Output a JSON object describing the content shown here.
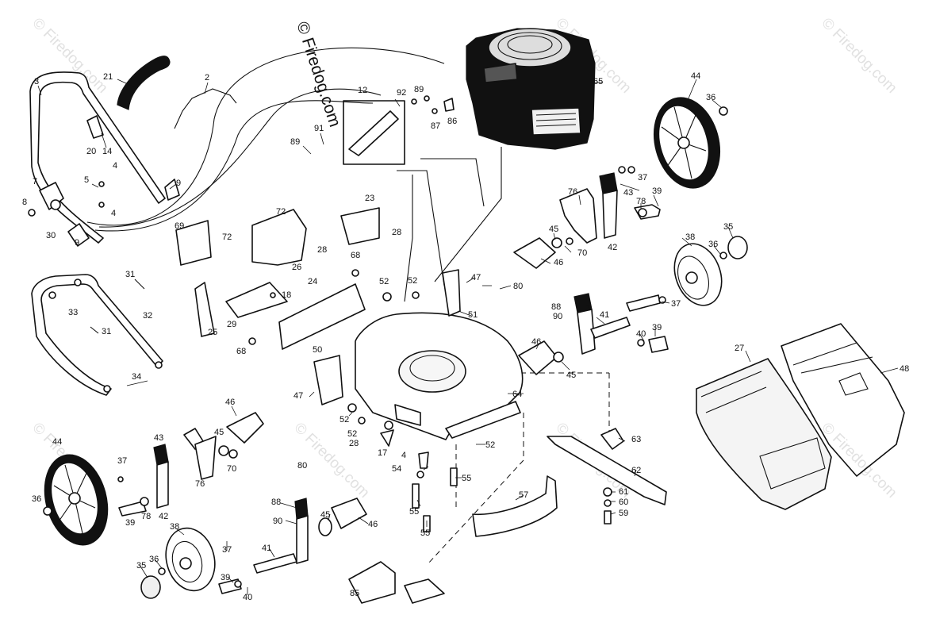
{
  "watermark": {
    "main_text": "© Firedog.com",
    "tile_text": "© Firedog.com"
  },
  "callouts": [
    {
      "id": "c21",
      "text": "21"
    },
    {
      "id": "c2",
      "text": "2"
    },
    {
      "id": "c3",
      "text": "3"
    },
    {
      "id": "c12",
      "text": "12"
    },
    {
      "id": "c92",
      "text": "92"
    },
    {
      "id": "c89a",
      "text": "89"
    },
    {
      "id": "c65",
      "text": "65"
    },
    {
      "id": "c44a",
      "text": "44"
    },
    {
      "id": "c36a",
      "text": "36"
    },
    {
      "id": "c87",
      "text": "87"
    },
    {
      "id": "c86",
      "text": "86"
    },
    {
      "id": "c91",
      "text": "91"
    },
    {
      "id": "c89b",
      "text": "89"
    },
    {
      "id": "c20",
      "text": "20"
    },
    {
      "id": "c14",
      "text": "14"
    },
    {
      "id": "c4a",
      "text": "4"
    },
    {
      "id": "c5",
      "text": "5"
    },
    {
      "id": "c7",
      "text": "7"
    },
    {
      "id": "c9a",
      "text": "9"
    },
    {
      "id": "c8",
      "text": "8"
    },
    {
      "id": "c4b",
      "text": "4"
    },
    {
      "id": "c30",
      "text": "30"
    },
    {
      "id": "c9b",
      "text": "9"
    },
    {
      "id": "c23",
      "text": "23"
    },
    {
      "id": "c72a",
      "text": "72"
    },
    {
      "id": "c72b",
      "text": "72"
    },
    {
      "id": "c69",
      "text": "69"
    },
    {
      "id": "c28a",
      "text": "28"
    },
    {
      "id": "c28b",
      "text": "28"
    },
    {
      "id": "c26",
      "text": "26"
    },
    {
      "id": "c37a",
      "text": "37"
    },
    {
      "id": "c43a",
      "text": "43"
    },
    {
      "id": "c76a",
      "text": "76"
    },
    {
      "id": "c39a",
      "text": "39"
    },
    {
      "id": "c78a",
      "text": "78"
    },
    {
      "id": "c45a",
      "text": "45"
    },
    {
      "id": "c70a",
      "text": "70"
    },
    {
      "id": "c42a",
      "text": "42"
    },
    {
      "id": "c46a",
      "text": "46"
    },
    {
      "id": "c38a",
      "text": "38"
    },
    {
      "id": "c35a",
      "text": "35"
    },
    {
      "id": "c36b",
      "text": "36"
    },
    {
      "id": "c31a",
      "text": "31"
    },
    {
      "id": "c68a",
      "text": "68"
    },
    {
      "id": "c24",
      "text": "24"
    },
    {
      "id": "c52a",
      "text": "52"
    },
    {
      "id": "c52b",
      "text": "52"
    },
    {
      "id": "c47a",
      "text": "47"
    },
    {
      "id": "c80a",
      "text": "80"
    },
    {
      "id": "c33",
      "text": "33"
    },
    {
      "id": "c18",
      "text": "18"
    },
    {
      "id": "c32",
      "text": "32"
    },
    {
      "id": "c25",
      "text": "25"
    },
    {
      "id": "c29",
      "text": "29"
    },
    {
      "id": "c31b",
      "text": "31"
    },
    {
      "id": "c68b",
      "text": "68"
    },
    {
      "id": "c51",
      "text": "51"
    },
    {
      "id": "c88a",
      "text": "88"
    },
    {
      "id": "c90a",
      "text": "90"
    },
    {
      "id": "c41a",
      "text": "41"
    },
    {
      "id": "c37b",
      "text": "37"
    },
    {
      "id": "c40a",
      "text": "40"
    },
    {
      "id": "c39b",
      "text": "39"
    },
    {
      "id": "c46b",
      "text": "46"
    },
    {
      "id": "c45b",
      "text": "45"
    },
    {
      "id": "c50",
      "text": "50"
    },
    {
      "id": "c27",
      "text": "27"
    },
    {
      "id": "c48",
      "text": "48"
    },
    {
      "id": "c34",
      "text": "34"
    },
    {
      "id": "c64",
      "text": "64"
    },
    {
      "id": "c47b",
      "text": "47"
    },
    {
      "id": "c46c",
      "text": "46"
    },
    {
      "id": "c52c",
      "text": "52"
    },
    {
      "id": "c52d",
      "text": "52"
    },
    {
      "id": "c28c",
      "text": "28"
    },
    {
      "id": "c17",
      "text": "17"
    },
    {
      "id": "c52e",
      "text": "52"
    },
    {
      "id": "c63",
      "text": "63"
    },
    {
      "id": "c45c",
      "text": "45"
    },
    {
      "id": "c43b",
      "text": "43"
    },
    {
      "id": "c70b",
      "text": "70"
    },
    {
      "id": "c80b",
      "text": "80"
    },
    {
      "id": "c44b",
      "text": "44"
    },
    {
      "id": "c37c",
      "text": "37"
    },
    {
      "id": "c76b",
      "text": "76"
    },
    {
      "id": "c4c",
      "text": "4"
    },
    {
      "id": "c54",
      "text": "54"
    },
    {
      "id": "c55a",
      "text": "55"
    },
    {
      "id": "c62",
      "text": "62"
    },
    {
      "id": "c36c",
      "text": "36"
    },
    {
      "id": "c39c",
      "text": "39"
    },
    {
      "id": "c78b",
      "text": "78"
    },
    {
      "id": "c42b",
      "text": "42"
    },
    {
      "id": "c88b",
      "text": "88"
    },
    {
      "id": "c57",
      "text": "57"
    },
    {
      "id": "c61",
      "text": "61"
    },
    {
      "id": "c60",
      "text": "60"
    },
    {
      "id": "c59",
      "text": "59"
    },
    {
      "id": "c55b",
      "text": "55"
    },
    {
      "id": "c90b",
      "text": "90"
    },
    {
      "id": "c45d",
      "text": "45"
    },
    {
      "id": "c46d",
      "text": "46"
    },
    {
      "id": "c55c",
      "text": "55"
    },
    {
      "id": "c38b",
      "text": "38"
    },
    {
      "id": "c37d",
      "text": "37"
    },
    {
      "id": "c36d",
      "text": "36"
    },
    {
      "id": "c41b",
      "text": "41"
    },
    {
      "id": "c35b",
      "text": "35"
    },
    {
      "id": "c39d",
      "text": "39"
    },
    {
      "id": "c40b",
      "text": "40"
    },
    {
      "id": "c85",
      "text": "85"
    }
  ]
}
